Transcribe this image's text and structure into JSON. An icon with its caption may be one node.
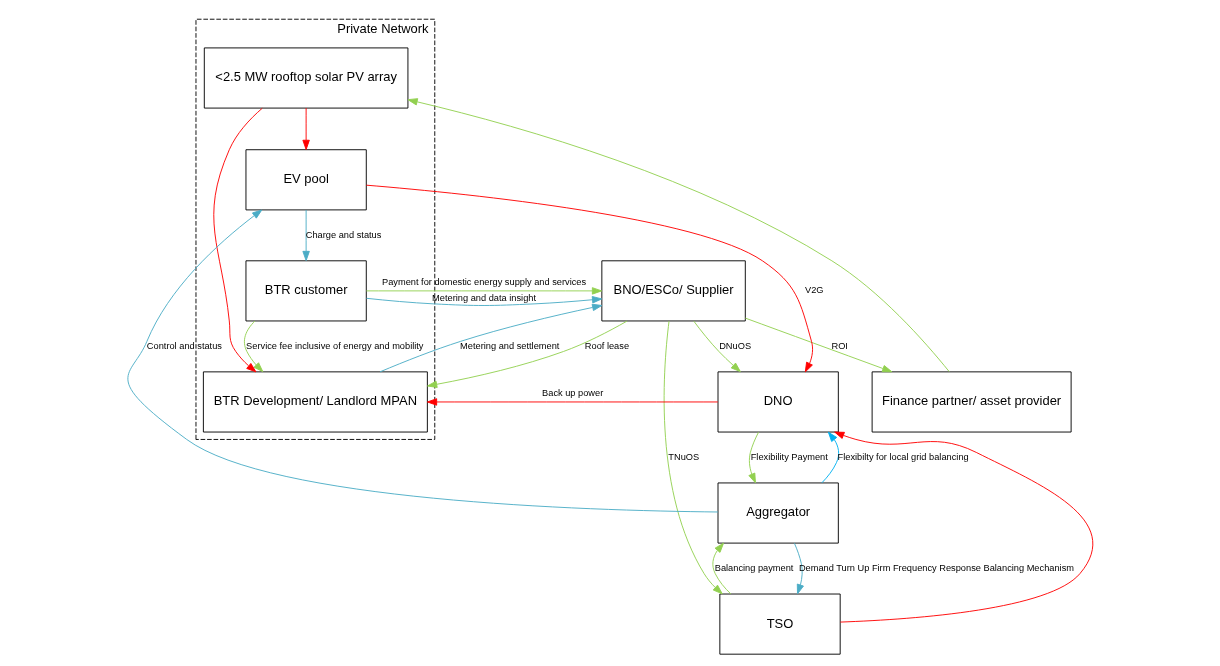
{
  "diagram": {
    "nodes": [
      {
        "text": [
          "BNO/ESCo/ Supplier"
        ]
      },
      {
        "text": [
          "DNO"
        ]
      },
      {
        "text": [
          "TSO"
        ]
      },
      {
        "text": [
          "Finance partner/ asset provider"
        ]
      },
      {
        "text": [
          "Private Network"
        ]
      },
      {
        "text": [
          "<2.5 MW rooftop solar PV array"
        ],
        "in": 4
      },
      {
        "text": [
          "Aggregator"
        ]
      },
      {
        "text": [
          "BTR Development/ Landlord MPAN"
        ],
        "in": 4
      },
      {
        "text": [
          "EV pool"
        ],
        "in": 4
      },
      {
        "text": [
          "BTR customer"
        ],
        "in": 4
      }
    ],
    "edges": [
      {
        "from": 0,
        "to": 2,
        "arrow": "to",
        "label": "TNuOS"
      },
      {
        "from": 0,
        "to": 1,
        "arrow": "to",
        "label": "DNuOS"
      },
      {
        "from": 2,
        "to": 1,
        "arrow": "to",
        "color": "#ff0000"
      },
      {
        "from": 0,
        "to": 3,
        "arrow": "to",
        "label": "ROI"
      },
      {
        "from": 3,
        "to": 5,
        "arrow": "to"
      },
      {
        "from": 7,
        "to": 0,
        "arrow": "to",
        "label": "Metering and settlement",
        "color": "#4bacc6"
      },
      {
        "from": 9,
        "to": 0,
        "arrow": "to",
        "label": "Payment for domestic energy supply and services"
      },
      {
        "from": 9,
        "to": 0,
        "arrow": "to",
        "label": "Metering and data insight",
        "color": "#4bacc6"
      },
      {
        "from": 0,
        "to": 7,
        "arrow": "to",
        "label": "Roof lease"
      },
      {
        "from": 5,
        "to": 7,
        "arrow": "to",
        "color": "#ff0000"
      },
      {
        "from": 5,
        "to": 8,
        "arrow": "to",
        "color": "#ff0000"
      },
      {
        "from": 1,
        "to": 7,
        "arrow": "to",
        "label": "Back up power",
        "color": "#ff0000"
      },
      {
        "from": 8,
        "to": 1,
        "arrow": "to",
        "label": "V2G",
        "color": "#ff0000"
      },
      {
        "from": 6,
        "to": 1,
        "arrow": "to",
        "label": "Flexibilty for local grid balancing",
        "color": "#00b0f0"
      },
      {
        "from": 1,
        "to": 6,
        "arrow": "to",
        "label": "Flexibility Payment"
      },
      {
        "from": 6,
        "to": 2,
        "arrow": "to",
        "label": "Demand Turn Up Firm Frequency Response Balancing Mechanism",
        "color": "#4bacc6"
      },
      {
        "from": 2,
        "to": 6,
        "arrow": "to",
        "label": "Balancing payment"
      },
      {
        "from": 9,
        "to": 7,
        "arrow": "to",
        "label": "Service fee inclusive of energy and mobility"
      },
      {
        "from": 6,
        "to": 8,
        "arrow": "to",
        "label": "Control and status",
        "color": "#4bacc6"
      },
      {
        "from": 8,
        "to": 9,
        "arrow": "to",
        "label": "Charge and status",
        "color": "#4bacc6"
      }
    ]
  }
}
